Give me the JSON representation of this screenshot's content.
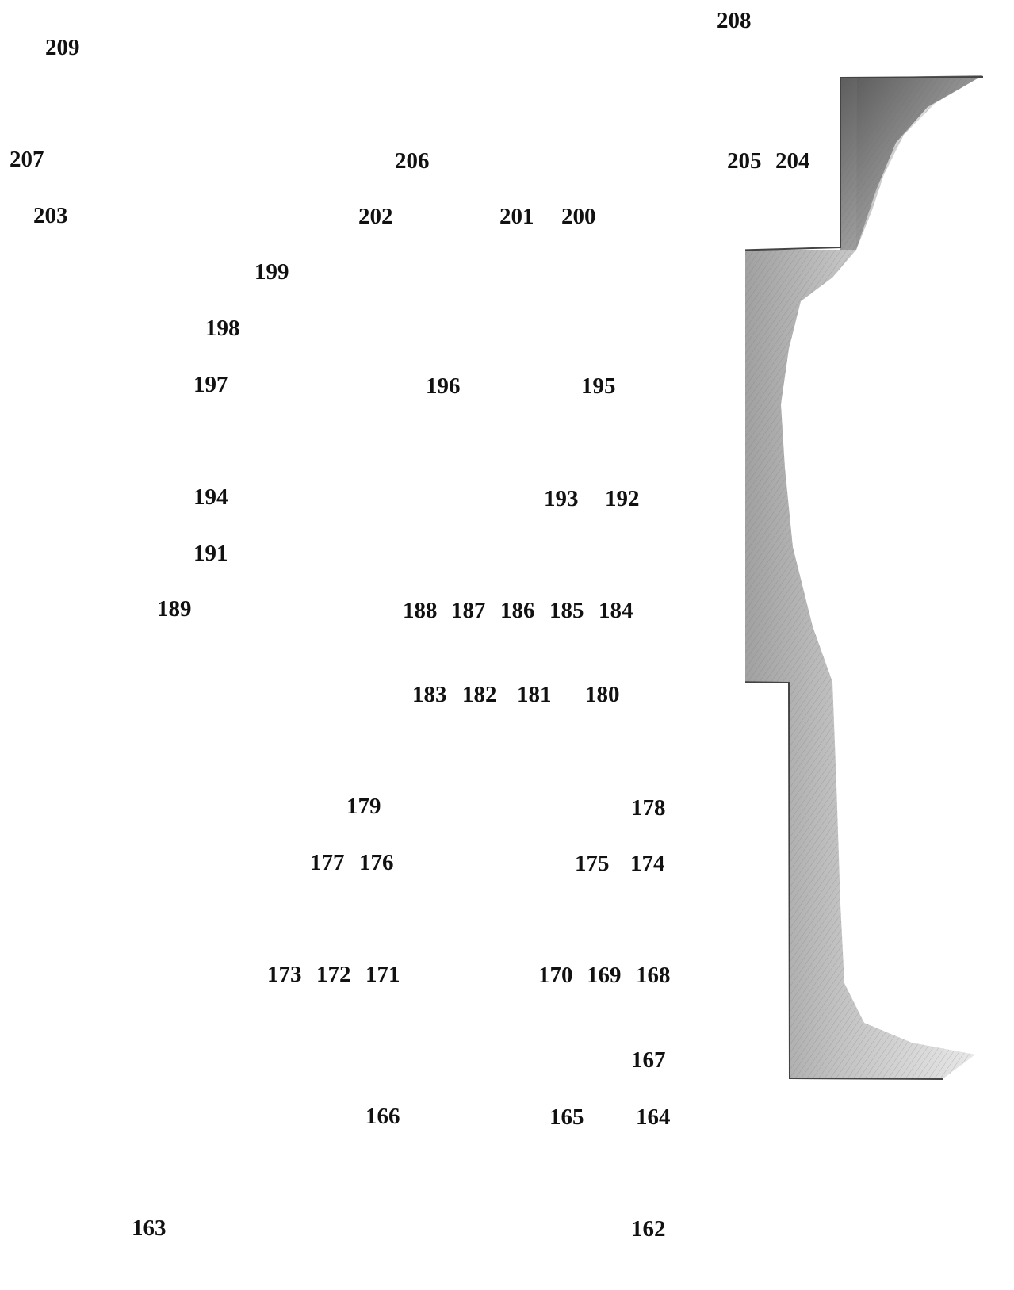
{
  "numbers": [
    "208",
    "209",
    "207",
    "206",
    "205",
    "204",
    "203",
    "202",
    "201",
    "200",
    "199",
    "198",
    "197",
    "196",
    "195",
    "194",
    "193",
    "192",
    "191",
    "189",
    "188",
    "187",
    "186",
    "185",
    "184",
    "183",
    "182",
    "181",
    "180",
    "179",
    "178",
    "177",
    "176",
    "175",
    "174",
    "173",
    "172",
    "171",
    "170",
    "169",
    "168",
    "167",
    "166",
    "165",
    "164",
    "163",
    "162"
  ],
  "colors": {
    "ink": "#111111",
    "pencil_dark": "#555555",
    "pencil_light": "#b5b5b5",
    "outline": "#444444"
  }
}
